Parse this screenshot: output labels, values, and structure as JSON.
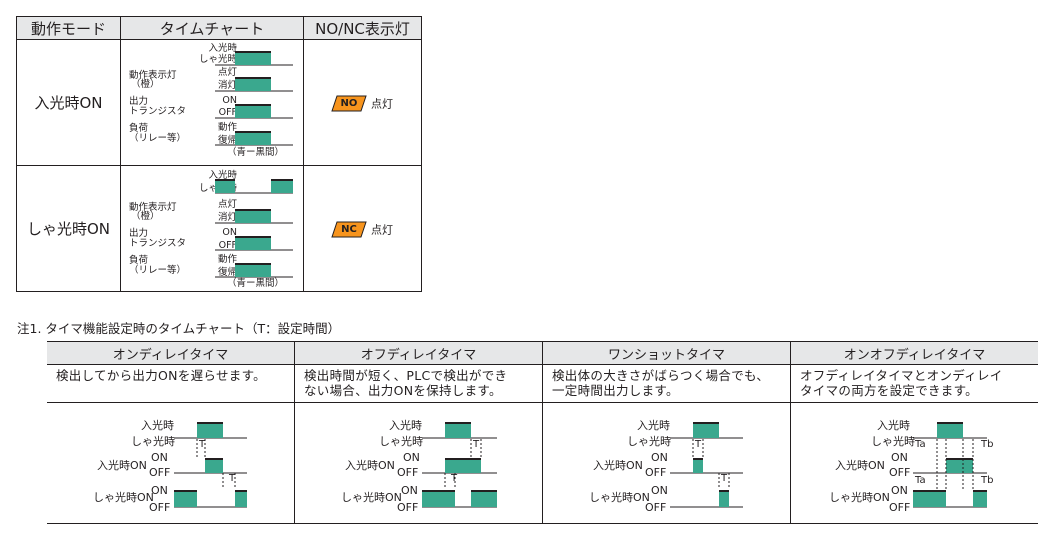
{
  "table1": {
    "headers": [
      "動作モード",
      "タイムチャート",
      "NO/NC表示灯"
    ],
    "rows": [
      {
        "mode": "入光時ON",
        "indicator_badge": "NO",
        "indicator_text": "点灯",
        "signals": {
          "light_on": "入光時",
          "light_off": "しゃ光時",
          "ind_label1": "動作表示灯",
          "ind_label2": "（橙）",
          "ind_on": "点灯",
          "ind_off": "消灯",
          "out_label1": "出力",
          "out_label2": "トランジスタ",
          "out_on": "ON",
          "out_off": "OFF",
          "load_label1": "負荷",
          "load_label2": "（リレー等）",
          "load_on": "動作",
          "load_off": "復帰",
          "note": "（青ー黒間）"
        }
      },
      {
        "mode": "しゃ光時ON",
        "indicator_badge": "NC",
        "indicator_text": "点灯",
        "signals": {
          "light_on": "入光時",
          "light_off": "しゃ光時",
          "ind_label1": "動作表示灯",
          "ind_label2": "（橙）",
          "ind_on": "点灯",
          "ind_off": "消灯",
          "out_label1": "出力",
          "out_label2": "トランジスタ",
          "out_on": "ON",
          "out_off": "OFF",
          "load_label1": "負荷",
          "load_label2": "（リレー等）",
          "load_on": "動作",
          "load_off": "復帰",
          "note": "（青ー黒間）"
        }
      }
    ]
  },
  "note": "注1. タイマ機能設定時のタイムチャート（T：設定時間）",
  "table2": {
    "columns": [
      {
        "header": "オンディレイタイマ",
        "desc_line1": "検出してから出力ONを遅らせます。",
        "desc_line2": "",
        "d": {
          "light_on": "入光時",
          "light_off": "しゃ光時",
          "mode1": "入光時ON",
          "mode2": "しゃ光時ON",
          "on": "ON",
          "off": "OFF",
          "t1": "T",
          "t2": "T"
        }
      },
      {
        "header": "オフディレイタイマ",
        "desc_line1": "検出時間が短く、PLCで検出ができ",
        "desc_line2": "ない場合、出力ONを保持します。",
        "d": {
          "light_on": "入光時",
          "light_off": "しゃ光時",
          "mode1": "入光時ON",
          "mode2": "しゃ光時ON",
          "on": "ON",
          "off": "OFF",
          "t1": "T",
          "t2": "T"
        }
      },
      {
        "header": "ワンショットタイマ",
        "desc_line1": "検出体の大きさがばらつく場合でも、",
        "desc_line2": "一定時間出力します。",
        "d": {
          "light_on": "入光時",
          "light_off": "しゃ光時",
          "mode1": "入光時ON",
          "mode2": "しゃ光時ON",
          "on": "ON",
          "off": "OFF",
          "t1": "T",
          "t2": "T"
        }
      },
      {
        "header": "オンオフディレイタイマ",
        "desc_line1": "オフディレイタイマとオンディレイ",
        "desc_line2": "タイマの両方を設定できます。",
        "d": {
          "light_on": "入光時",
          "light_off": "しゃ光時",
          "mode1": "入光時ON",
          "mode2": "しゃ光時ON",
          "on": "ON",
          "off": "OFF",
          "ta": "Ta",
          "tb": "Tb"
        }
      }
    ]
  },
  "colors": {
    "pulse": "#3aa88e",
    "badge": "#f7941d",
    "header_bg": "#e6e7e8",
    "line": "#231f20"
  }
}
